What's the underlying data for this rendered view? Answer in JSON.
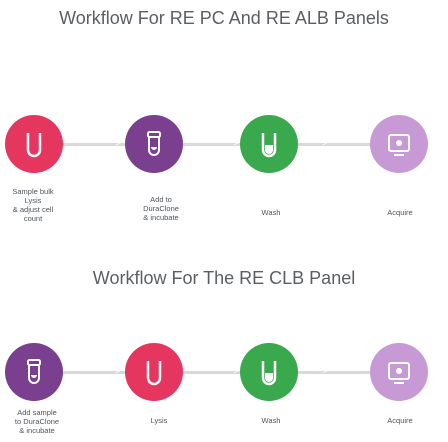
{
  "workflow_1": {
    "title": "Workflow For RE PC And RE ALB Panels",
    "steps": [
      {
        "label": "Sample bulk\nLysis\n& adjust cell\ncount",
        "color": "#e5365f",
        "icon": "sample-tube-icon"
      },
      {
        "label": "Add to\nDuraClone\n& incubate",
        "color": "#7a3f8f",
        "icon": "duraclone-tube-icon"
      },
      {
        "label": "Wash",
        "color": "#3aa84d",
        "icon": "wash-icon"
      },
      {
        "label": "Acquire",
        "color": "#c79ad6",
        "icon": "flow-cytometer-icon"
      }
    ],
    "arrow_glyph": ">"
  },
  "workflow_2": {
    "title": "Workflow For The RE CLB Panel",
    "steps": [
      {
        "label": "Add sample\nto DuraClone\n& incubate",
        "color": "#7a3f8f",
        "icon": "duraclone-tube-icon"
      },
      {
        "label": "Lysis",
        "color": "#e5365f",
        "icon": "lysis-icon"
      },
      {
        "label": "Wash",
        "color": "#3aa84d",
        "icon": "wash-icon"
      },
      {
        "label": "Acquire",
        "color": "#c79ad6",
        "icon": "flow-cytometer-icon"
      }
    ],
    "arrow_glyph": ">"
  }
}
